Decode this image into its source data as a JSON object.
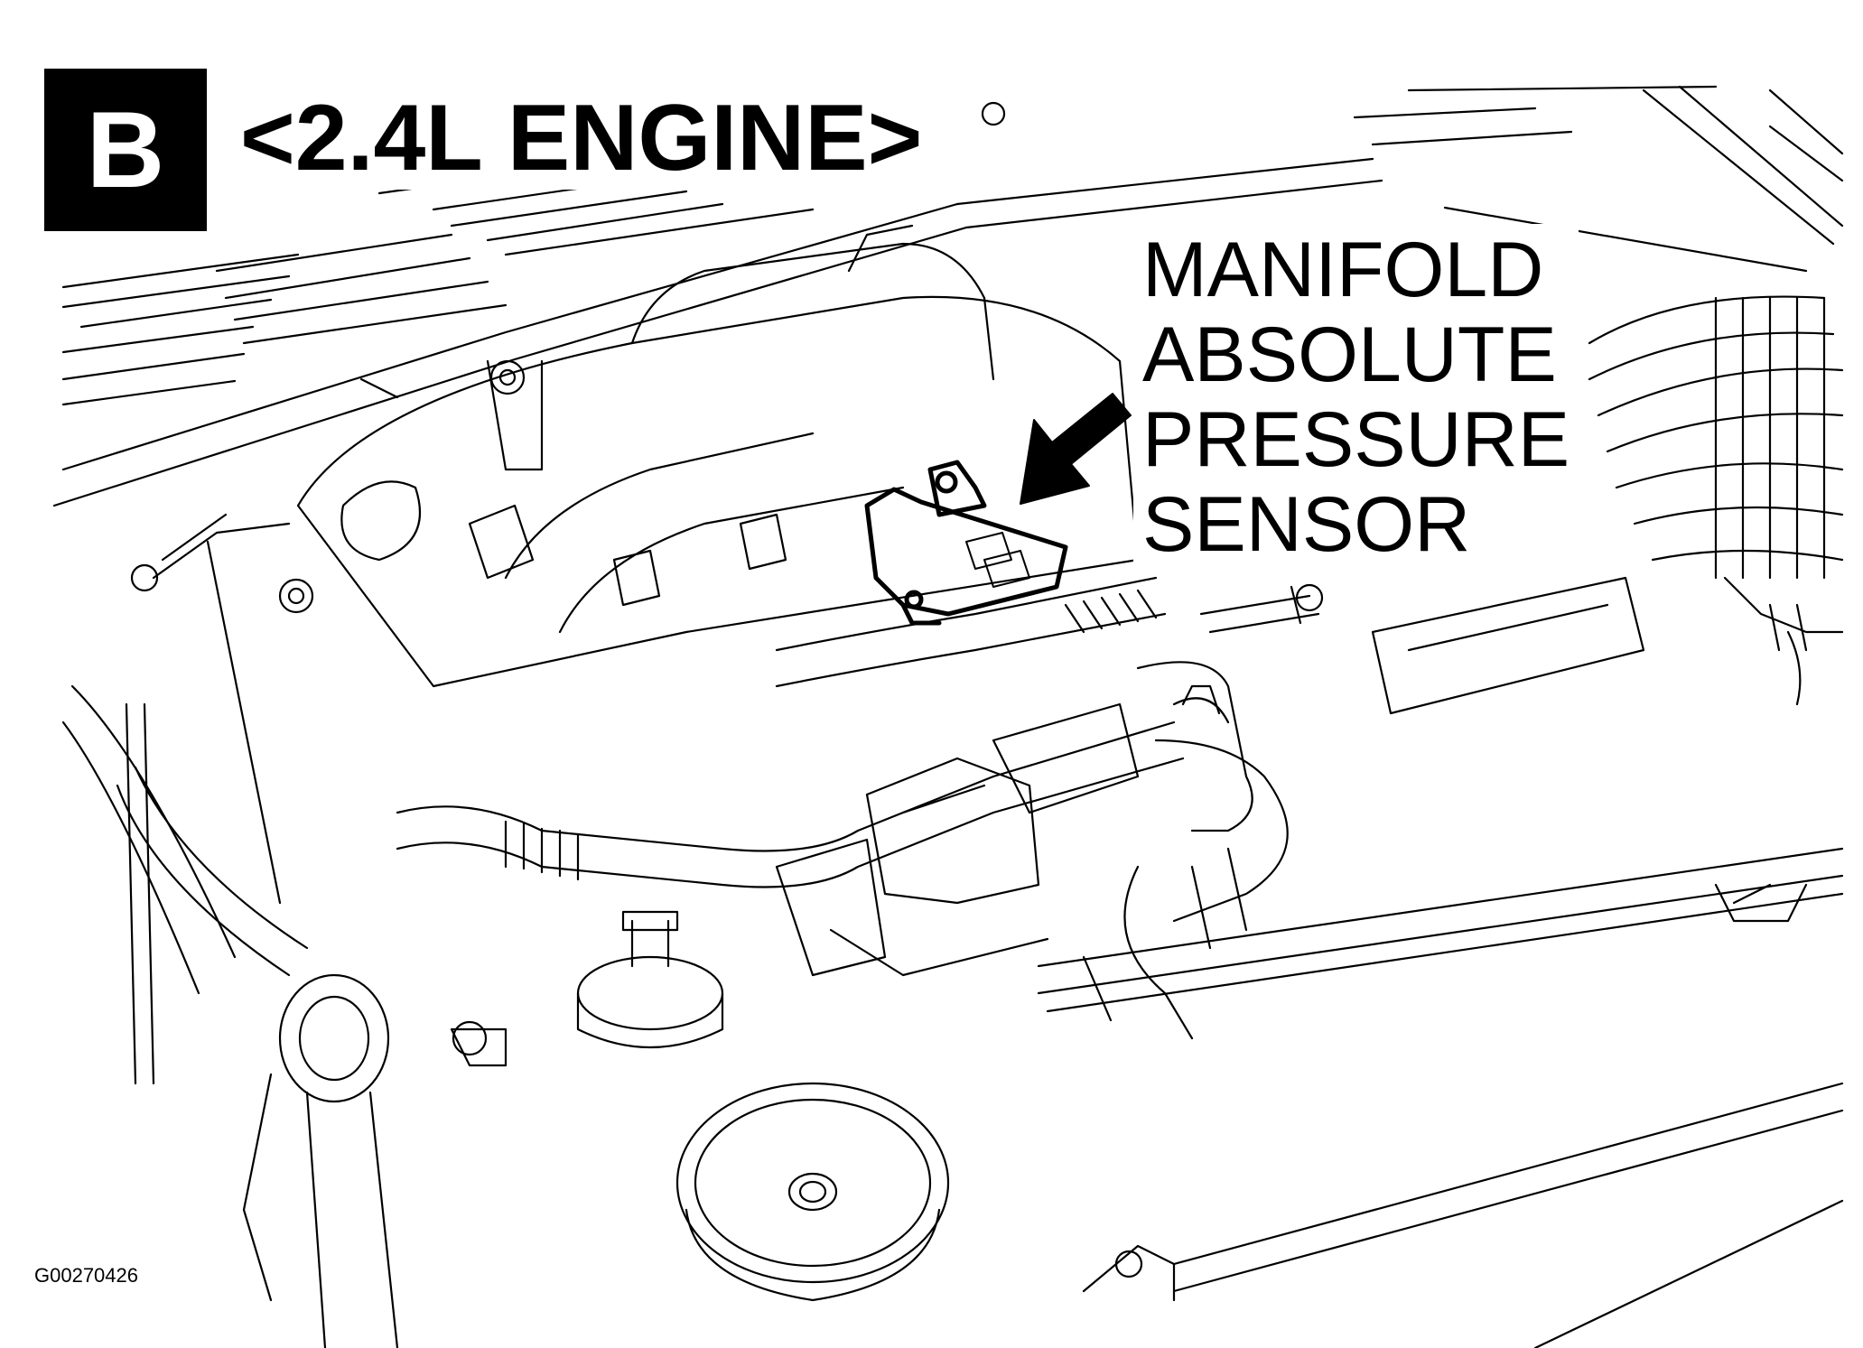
{
  "badge": {
    "letter": "B"
  },
  "heading": {
    "text": "<2.4L ENGINE>"
  },
  "callout": {
    "lines": [
      "MANIFOLD",
      "ABSOLUTE",
      "PRESSURE",
      "SENSOR"
    ],
    "pointer": "arrow-icon"
  },
  "figure_code": "G00270426",
  "colors": {
    "ink": "#000000",
    "paper": "#ffffff"
  }
}
